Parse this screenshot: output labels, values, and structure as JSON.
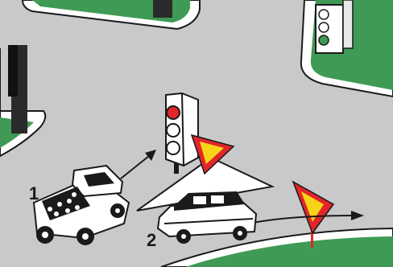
{
  "scene": {
    "vehicles": [
      {
        "label": "1",
        "type": "pickup-truck"
      },
      {
        "label": "2",
        "type": "car"
      }
    ],
    "traffic_light": {
      "active_signal": "red"
    },
    "yield_signs": 2,
    "colors": {
      "road": "#c9c9cb",
      "grass": "#3f9a55",
      "curb": "#ffffff",
      "light_red": "#e0262a",
      "yield_border": "#e0262a",
      "yield_fill": "#f7d417",
      "outline": "#1a1a1a"
    }
  }
}
